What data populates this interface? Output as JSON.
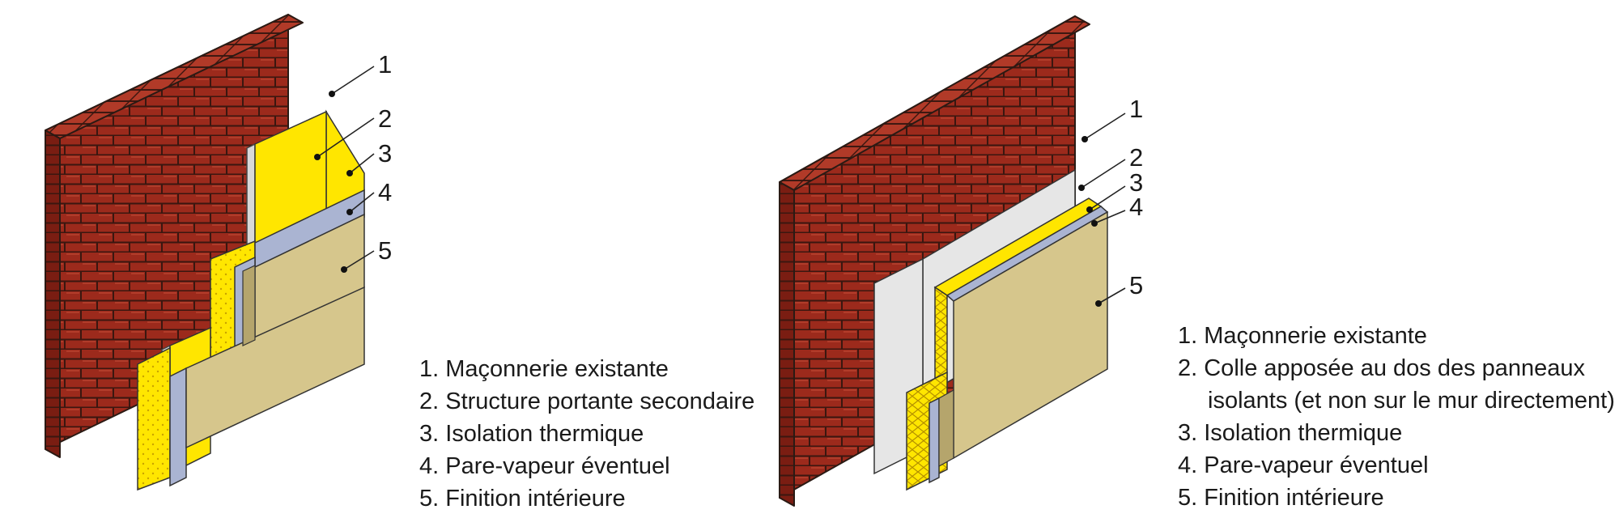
{
  "figures": [
    {
      "callouts": [
        "1",
        "2",
        "3",
        "4",
        "5"
      ],
      "legend": [
        "1. Maçonnerie existante",
        "2. Structure portante secondaire",
        "3. Isolation thermique",
        "4. Pare-vapeur éventuel",
        "5. Finition intérieure"
      ]
    },
    {
      "callouts": [
        "1",
        "2",
        "3",
        "4",
        "5"
      ],
      "legend": [
        "1. Maçonnerie existante",
        "2. Colle apposée au dos des panneaux",
        "isolants (et non sur le mur directement)",
        "3. Isolation thermique",
        "4. Pare-vapeur éventuel",
        "5. Finition intérieure"
      ]
    }
  ],
  "colors": {
    "brick": "#9c2a1c",
    "brick_top": "#b13a28",
    "brick_side": "#7a1d12",
    "mortar": "#3a1710",
    "insulation": "#ffe600",
    "insulation_dark": "#d9b800",
    "vapour_barrier": "#aab4d2",
    "finish": "#d6c68c",
    "glue": "#e6e6e6",
    "stud": "#d9d9d9"
  }
}
